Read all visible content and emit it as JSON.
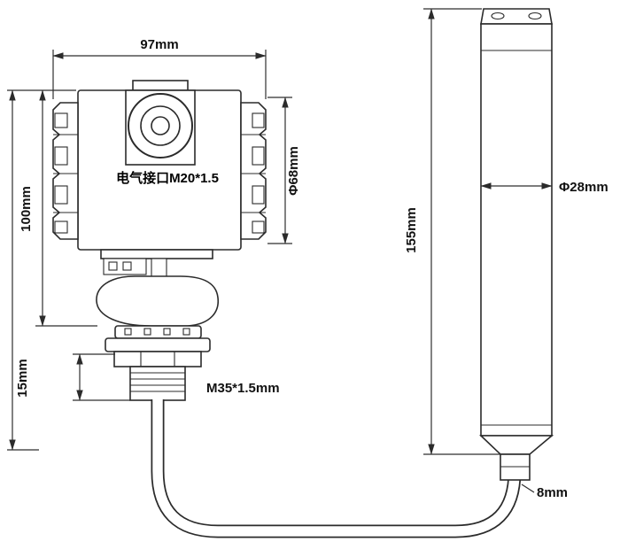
{
  "labels": {
    "housing_width": "97mm",
    "housing_height": "100mm",
    "electrical_interface": "电气接口M20*1.5",
    "housing_diameter": "Φ68mm",
    "connection_height": "15mm",
    "thread_spec": "M35*1.5mm",
    "probe_length": "155mm",
    "probe_diameter": "Φ28mm",
    "cable_diameter": "8mm"
  },
  "colors": {
    "line": "#2b2b2b",
    "text": "#111111",
    "background": "#ffffff"
  }
}
